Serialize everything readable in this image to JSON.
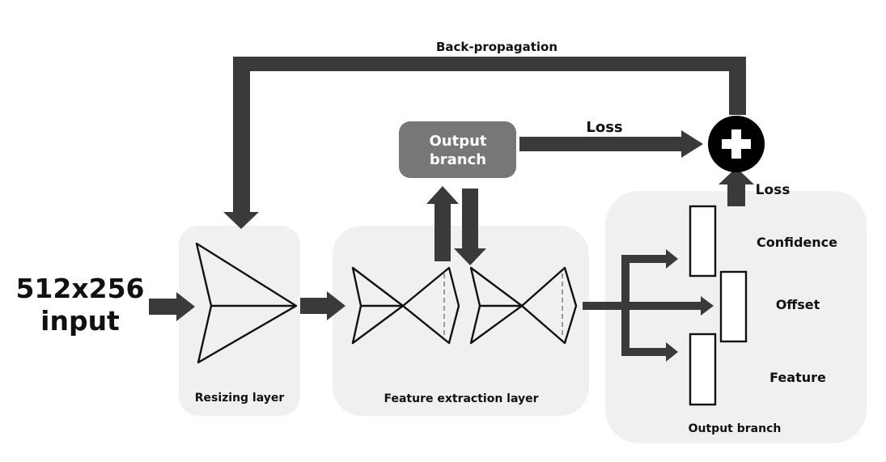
{
  "diagram": {
    "input_label_line1": "512x256",
    "input_label_line2": "input",
    "back_propagation_label": "Back-propagation",
    "top_loss_label": "Loss",
    "right_loss_label": "Loss",
    "output_branch_box_line1": "Output",
    "output_branch_box_line2": "branch",
    "resizing_layer_label": "Resizing layer",
    "feature_extraction_label": "Feature extraction layer",
    "output_branch_panel_label": "Output branch",
    "outputs": {
      "confidence": "Confidence",
      "offset": "Offset",
      "feature": "Feature"
    },
    "colors": {
      "arrow": "#3a3a3a",
      "panel": "#f0f0f0",
      "branch_box": "#777777",
      "sum_node": "#000000"
    },
    "icons": {
      "sum_node": "plus-circle-icon"
    }
  }
}
